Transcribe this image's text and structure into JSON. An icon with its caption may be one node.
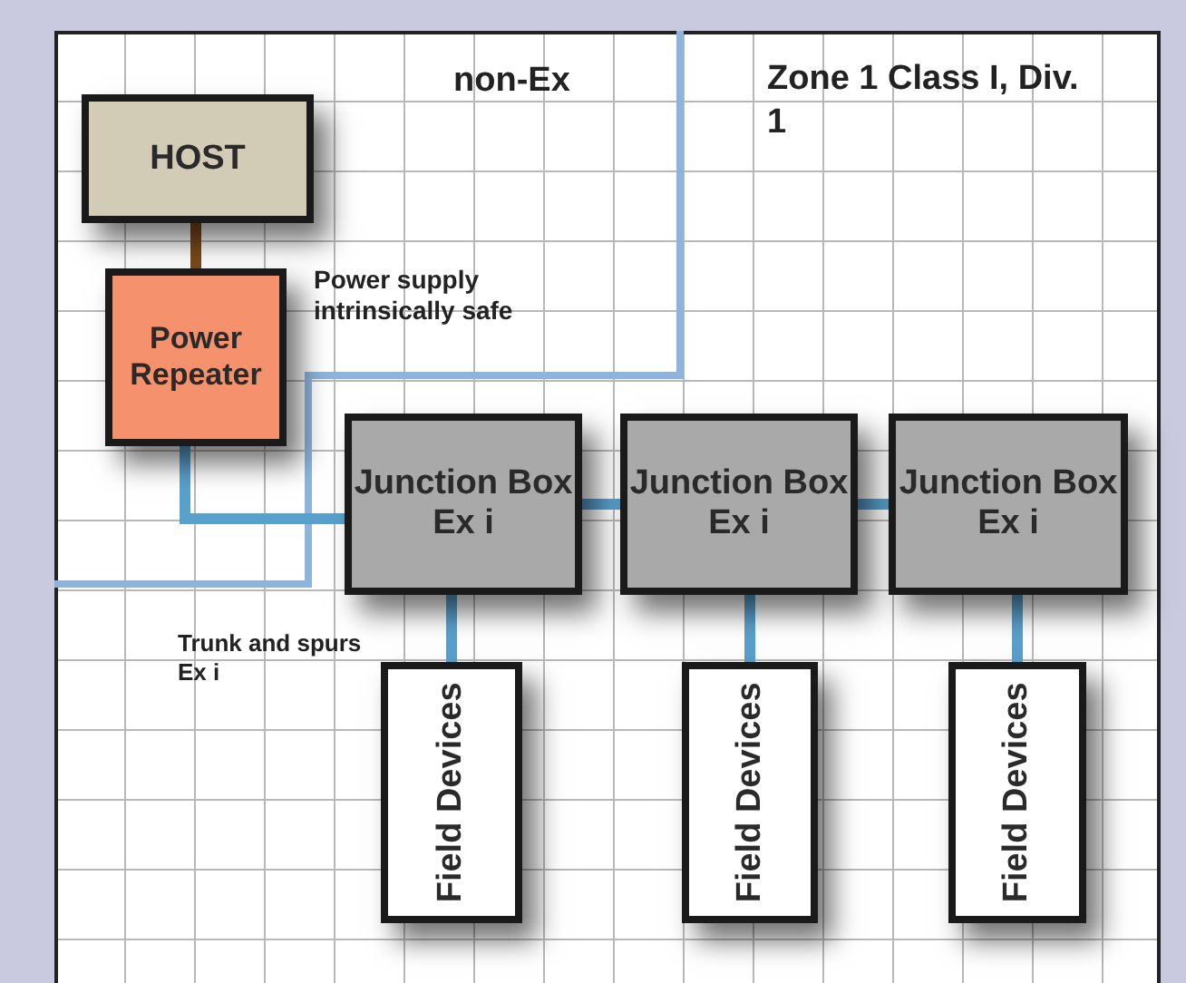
{
  "diagram": {
    "nodes": [
      {
        "text": [
          "HOST"
        ]
      },
      {
        "text": [
          "Power Repeater"
        ]
      },
      {
        "text": [
          "Junction Box Ex i"
        ]
      },
      {
        "text": [
          "Junction Box Ex i"
        ]
      },
      {
        "text": [
          "Junction Box Ex i"
        ]
      },
      {
        "text": [
          "Field Devices"
        ]
      },
      {
        "text": [
          "Field Devices"
        ]
      },
      {
        "text": [
          "Field Devices"
        ]
      }
    ],
    "edges": [
      {
        "from": 0,
        "to": 1,
        "arrow": "none",
        "color": "#7a4a1c"
      },
      {
        "from": 1,
        "to": 2,
        "arrow": "none"
      },
      {
        "from": 2,
        "to": 3,
        "arrow": "none"
      },
      {
        "from": 3,
        "to": 4,
        "arrow": "none"
      },
      {
        "from": 2,
        "to": 5,
        "arrow": "none"
      },
      {
        "from": 3,
        "to": 6,
        "arrow": "none"
      },
      {
        "from": 4,
        "to": 7,
        "arrow": "none"
      }
    ],
    "labels": [
      "non-Ex",
      "Zone 1 Class I, Div. 1",
      "Power supply intrinsically safe",
      "Trunk and spurs Ex i"
    ]
  }
}
